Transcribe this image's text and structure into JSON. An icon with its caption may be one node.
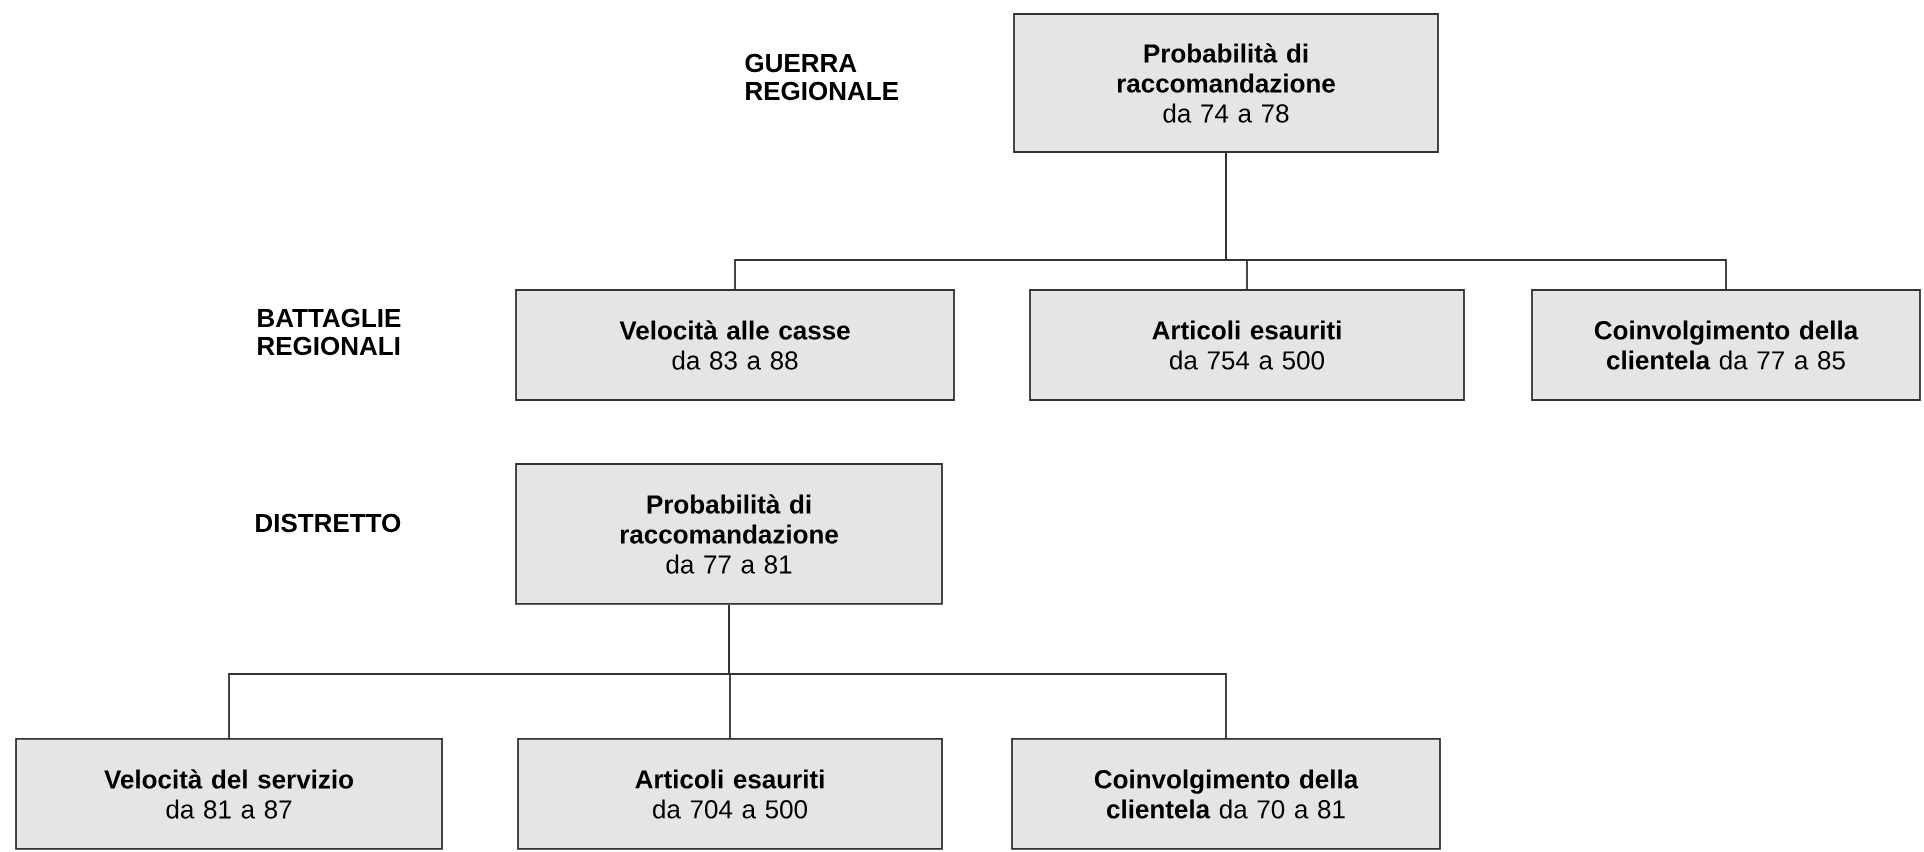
{
  "diagram": {
    "nodes": [
      {
        "text": [
          "Probabilità di raccomandazione",
          "da 74 a 78"
        ]
      },
      {
        "text": [
          "Velocità alle casse",
          "da 83 a 88"
        ]
      },
      {
        "text": [
          "Articoli esauriti",
          "da 754 a 500"
        ]
      },
      {
        "text": [
          "Coinvolgimento della clientela",
          "da 77 a 85"
        ]
      },
      {
        "text": [
          "Probabilità di raccomandazione",
          "da 77 a 81"
        ]
      },
      {
        "text": [
          "Velocità del servizio",
          "da 81 a 87"
        ]
      },
      {
        "text": [
          "Articoli esauriti",
          "da 704 a 500"
        ]
      },
      {
        "text": [
          "Coinvolgimento della clientela",
          "da 70 a 81"
        ]
      }
    ],
    "edges": [
      {
        "from": 0,
        "to": 1,
        "arrow": "none"
      },
      {
        "from": 0,
        "to": 2,
        "arrow": "none"
      },
      {
        "from": 0,
        "to": 3,
        "arrow": "none"
      },
      {
        "from": 4,
        "to": 5,
        "arrow": "none"
      },
      {
        "from": 4,
        "to": 6,
        "arrow": "none"
      },
      {
        "from": 4,
        "to": 7,
        "arrow": "none"
      }
    ],
    "labels": [
      "GUERRA REGIONALE",
      "BATTAGLIE REGIONALI",
      "DISTRETTO"
    ]
  }
}
